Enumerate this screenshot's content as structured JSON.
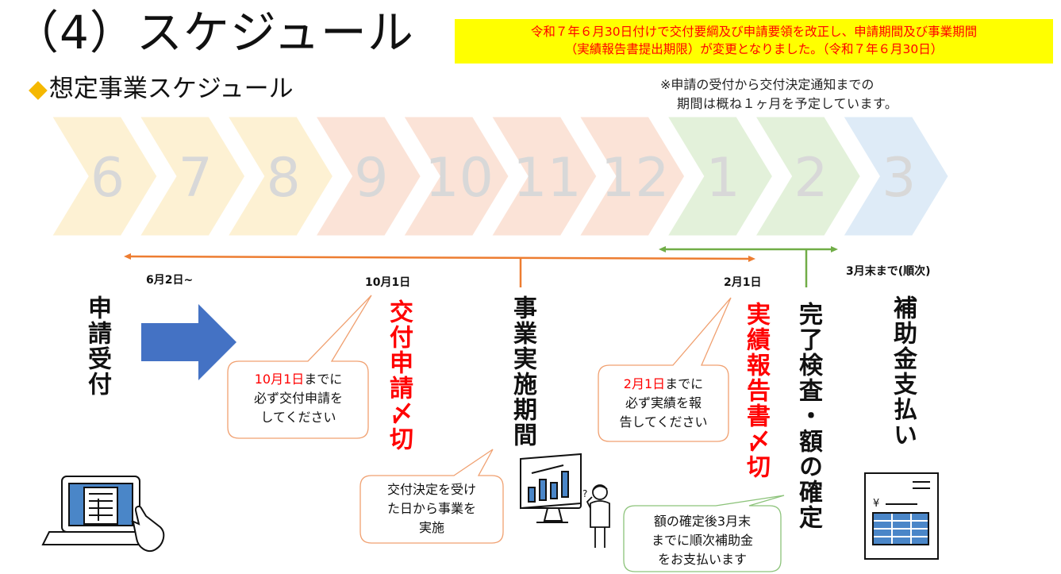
{
  "title": "（4）スケジュール",
  "notice": {
    "line1": "令和７年６月30日付けで交付要綱及び申請要領を改正し、申請期間及び事業期間",
    "line2": "（実績報告書提出期限）が変更となりました。（令和７年６月30日）"
  },
  "subtitle": "想定事業スケジュール",
  "note": {
    "line1": "※申請の受付から交付決定通知までの",
    "line2": "期間は概ね１ヶ月を予定しています。"
  },
  "months": [
    {
      "label": "6",
      "phase": "application"
    },
    {
      "label": "7",
      "phase": "application"
    },
    {
      "label": "8",
      "phase": "application"
    },
    {
      "label": "9",
      "phase": "implementation"
    },
    {
      "label": "10",
      "phase": "implementation"
    },
    {
      "label": "11",
      "phase": "implementation"
    },
    {
      "label": "12",
      "phase": "implementation"
    },
    {
      "label": "1",
      "phase": "report"
    },
    {
      "label": "2",
      "phase": "report"
    },
    {
      "label": "3",
      "phase": "payment"
    }
  ],
  "colors": {
    "application": "#fdf1d3",
    "implementation": "#fbe3d7",
    "report": "#e3f1da",
    "payment": "#deebf7",
    "month_text": "#d8d8d8",
    "orange_line": "#ed7d31",
    "green_line": "#70ad47",
    "arrow_blue": "#4472c4",
    "accent_red": "#ff0000"
  },
  "dates": {
    "start": "6月2日~",
    "oct": "10月1日",
    "feb": "2月1日",
    "mar": "3月末まで(順次)"
  },
  "steps": {
    "apply": "申請受付",
    "grant_deadline": "交付申請〆切",
    "period": "事業実施期間",
    "report_deadline": "実績報告書〆切",
    "inspection": "完了検査・額の確定",
    "payment": "補助金支払い"
  },
  "bubbles": {
    "oct": {
      "hl": "10月1日",
      "rest": "までに",
      "line2": "必ず交付申請を",
      "line3": "してください"
    },
    "feb": {
      "hl": "2月1日",
      "rest": "までに",
      "line2": "必ず実績を報",
      "line3": "告してください"
    },
    "start": {
      "line1": "交付決定を受け",
      "line2": "た日から事業を",
      "line3": "実施"
    },
    "pay": {
      "line1": "額の確定後3月末",
      "line2": "までに順次補助金",
      "line3": "をお支払います"
    }
  },
  "icons": {
    "laptop": "laptop-application-icon",
    "monitor": "analysis-monitor-icon",
    "person": "thinking-person-icon",
    "invoice": "yen-invoice-icon"
  }
}
